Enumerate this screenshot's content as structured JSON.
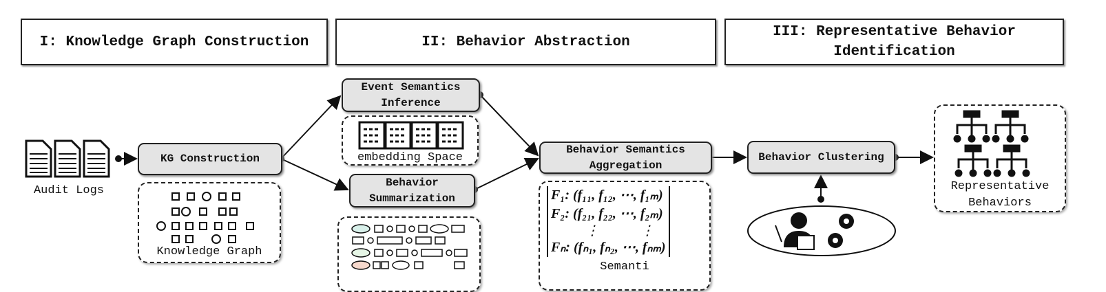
{
  "stages": [
    {
      "label": "I: Knowledge Graph Construction"
    },
    {
      "label": "II: Behavior Abstraction"
    },
    {
      "label": "III: Representative Behavior Identification"
    }
  ],
  "nodes": {
    "audit_logs": "Audit Logs",
    "kg_construction": "KG Construction",
    "knowledge_graph": "Knowledge Graph",
    "event_semantics": "Event Semantics Inference",
    "embedding_space": "embedding Space",
    "behavior_summarization": "Behavior Summarization",
    "behavior_aggregation": "Behavior Semantics Aggregation",
    "behavior_clustering": "Behavior Clustering",
    "representative_behaviors": "Representative Behaviors",
    "semantics_caption": "Semanti"
  },
  "matrix": {
    "rows": [
      "F₁: (f₁₁, f₁₂, ⋯, f₁ₘ)",
      "F₂: (f₂₁, f₂₂, ⋯, f₂ₘ)",
      "⋮            ⋮",
      "Fₙ: (fₙ₁, fₙ₂, ⋯, fₙₘ)"
    ]
  }
}
